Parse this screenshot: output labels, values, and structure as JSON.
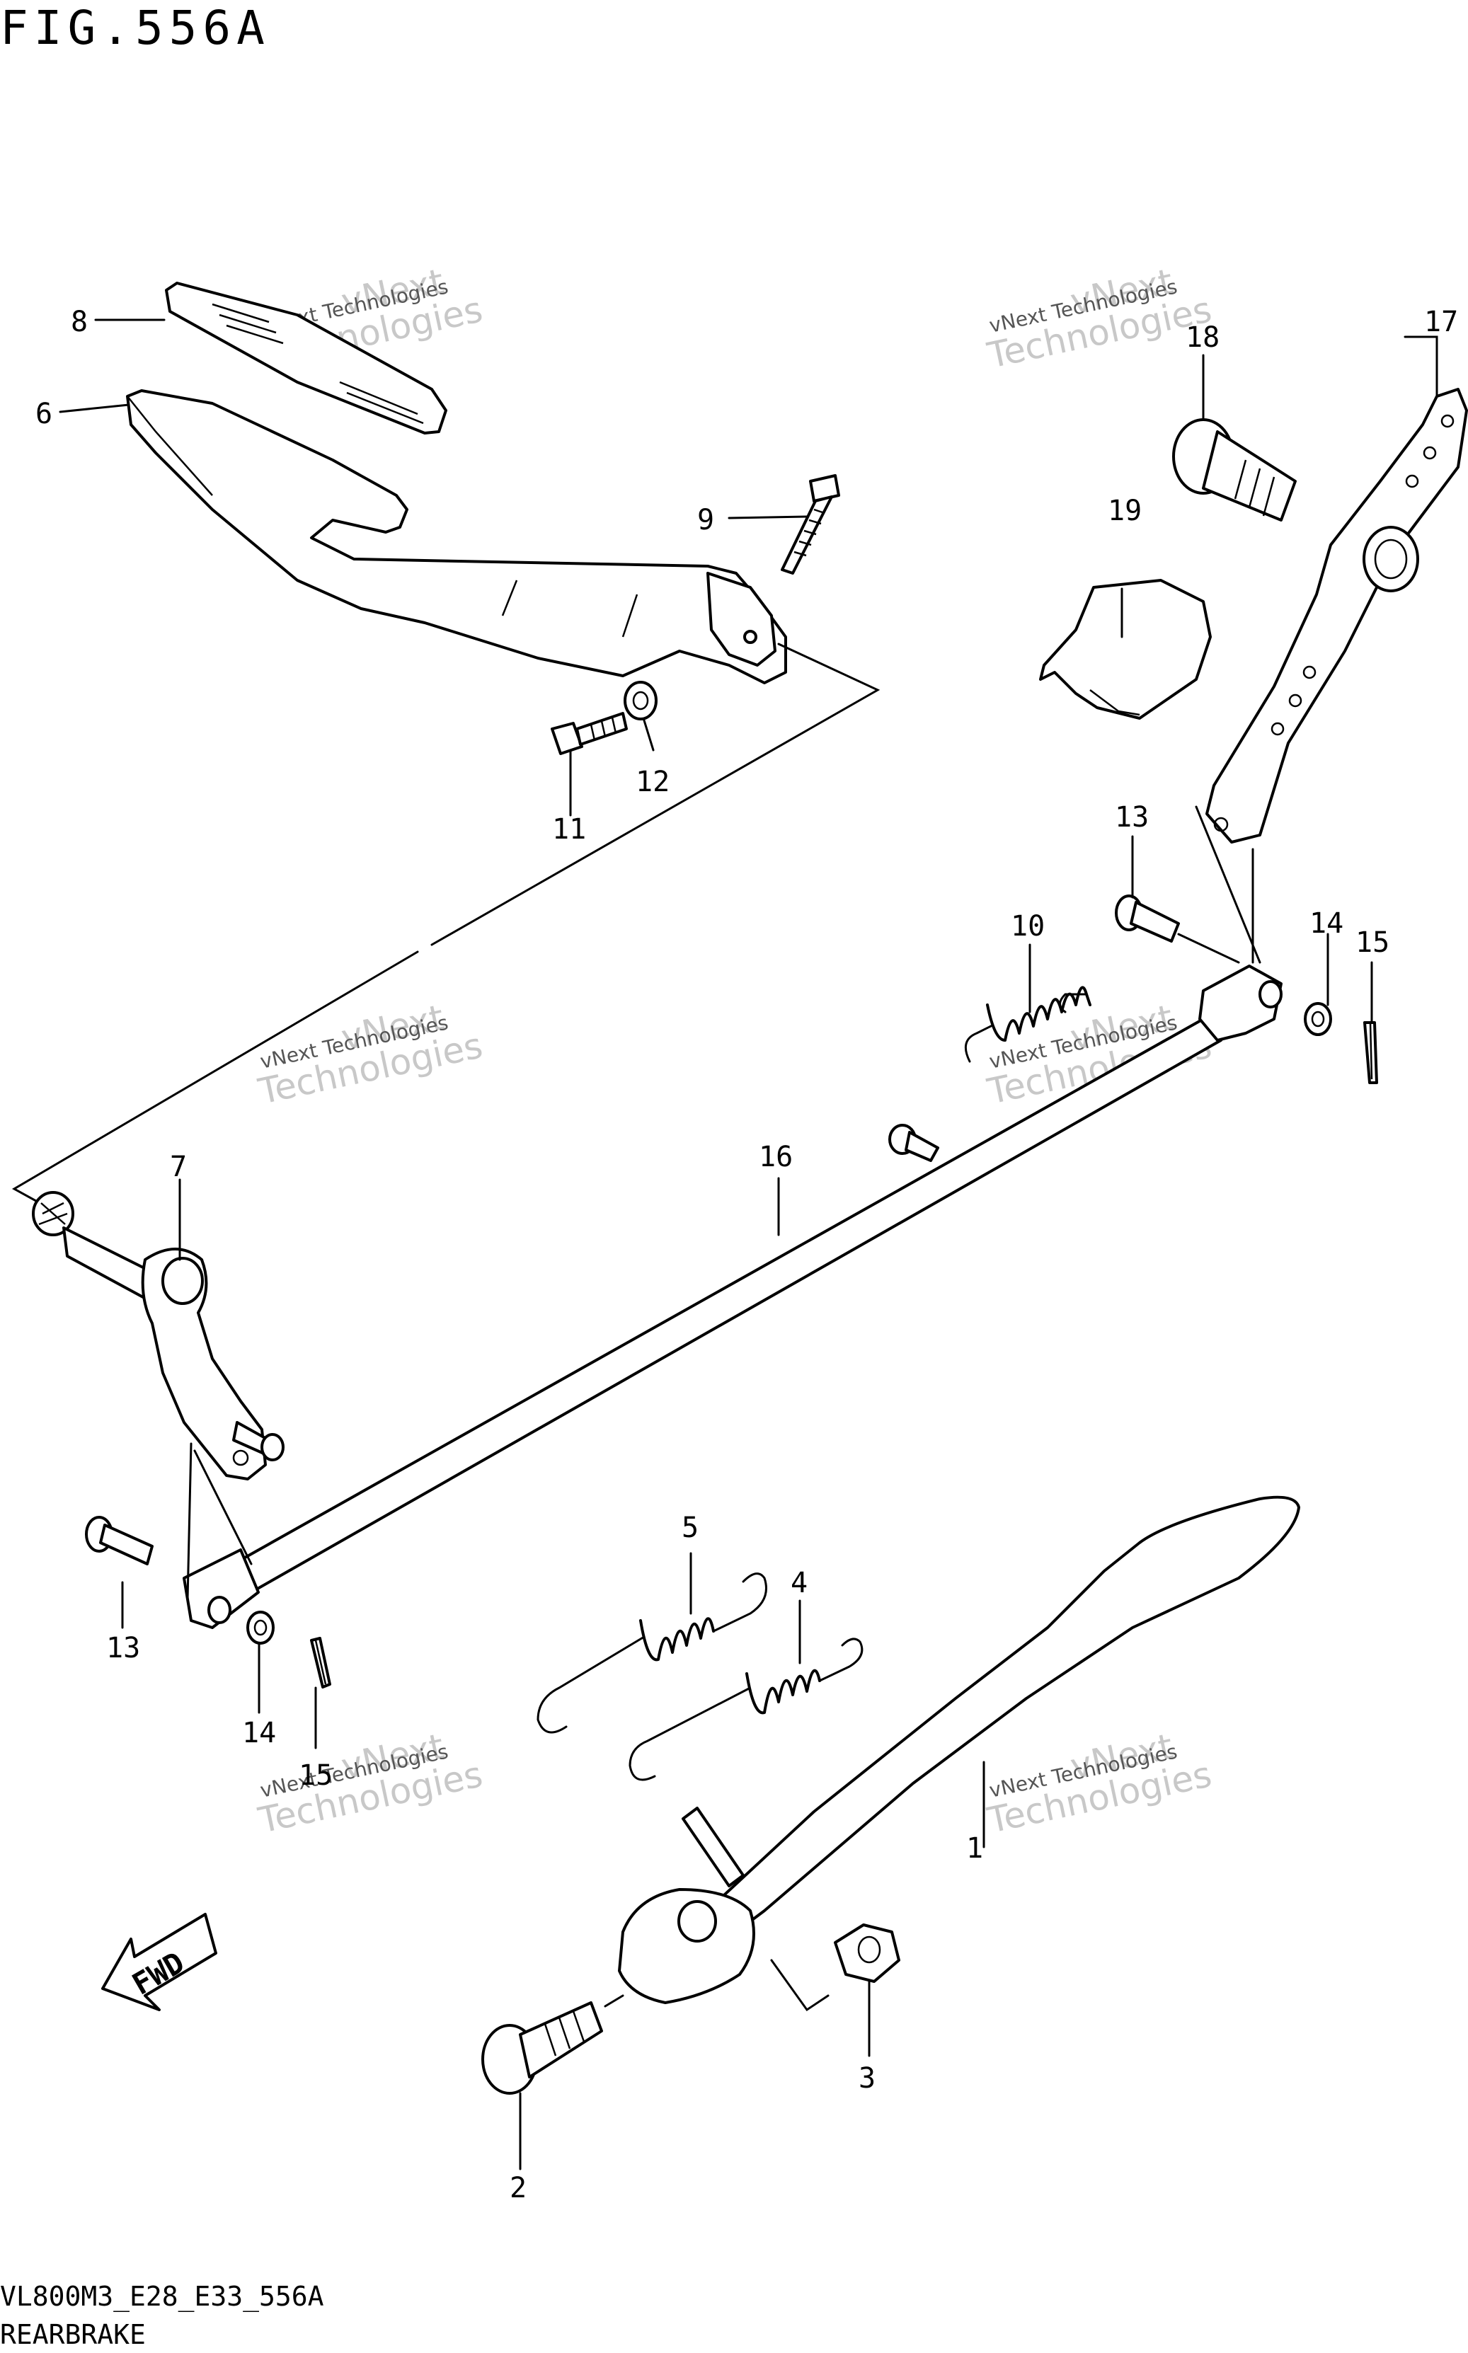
{
  "figure": {
    "title": "FIG.556A",
    "model_code": "VL800M3_E28_E33_556A",
    "caption": "REARBRAKE"
  },
  "watermark": {
    "line1": "vNext Technologies",
    "line2": "Technologies",
    "line3": "vNext"
  },
  "callouts": {
    "c1": "1",
    "c2": "2",
    "c3": "3",
    "c4": "4",
    "c5": "5",
    "c6": "6",
    "c7": "7",
    "c8": "8",
    "c9": "9",
    "c10": "10",
    "c11": "11",
    "c12": "12",
    "c13a": "13",
    "c13b": "13",
    "c14a": "14",
    "c14b": "14",
    "c15a": "15",
    "c15b": "15",
    "c16": "16",
    "c17": "17",
    "c18": "18",
    "c19": "19"
  },
  "direction_label": "FWD",
  "icons": [
    "fwd-arrow-icon",
    "spring-icon",
    "bolt-icon",
    "cotter-pin-icon",
    "washer-icon"
  ]
}
